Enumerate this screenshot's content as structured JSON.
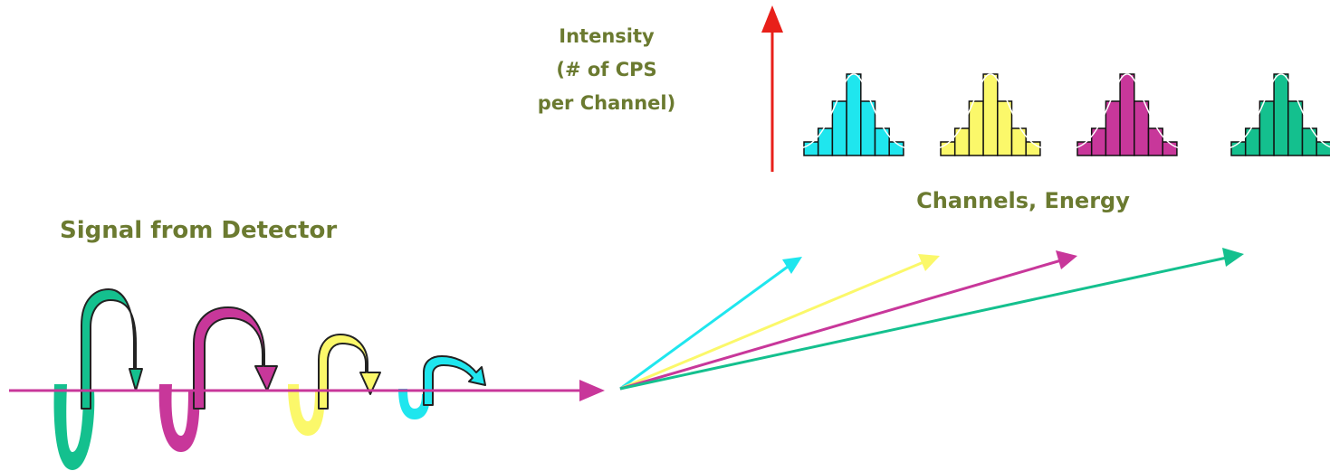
{
  "labels": {
    "y_axis_line1": "Intensity",
    "y_axis_line2": "(# of CPS",
    "y_axis_line3": "per Channel)",
    "x_axis": "Channels, Energy",
    "signal": "Signal from Detector"
  },
  "colors": {
    "label_text": "#6b7a30",
    "axis_arrow": "#e8201a",
    "baseline": "#c8379a",
    "cyan": "#1fe6ee",
    "yellow": "#fbf86a",
    "magenta": "#c8379a",
    "green": "#14c08e"
  },
  "histograms": [
    {
      "name": "cyan-histogram",
      "color": "#1fe6ee",
      "bins": [
        1,
        2,
        4,
        6,
        4,
        2,
        1
      ]
    },
    {
      "name": "yellow-histogram",
      "color": "#fbf86a",
      "bins": [
        1,
        2,
        4,
        6,
        4,
        2,
        1
      ]
    },
    {
      "name": "magenta-histogram",
      "color": "#c8379a",
      "bins": [
        1,
        2,
        4,
        6,
        4,
        2,
        1
      ]
    },
    {
      "name": "green-histogram",
      "color": "#14c08e",
      "bins": [
        1,
        2,
        4,
        6,
        4,
        2,
        1
      ]
    }
  ],
  "pulses": [
    {
      "name": "green-pulse",
      "color": "#14c08e",
      "amplitude": 6
    },
    {
      "name": "magenta-pulse",
      "color": "#c8379a",
      "amplitude": 5
    },
    {
      "name": "yellow-pulse",
      "color": "#fbf86a",
      "amplitude": 3
    },
    {
      "name": "cyan-pulse",
      "color": "#1fe6ee",
      "amplitude": 2
    }
  ]
}
